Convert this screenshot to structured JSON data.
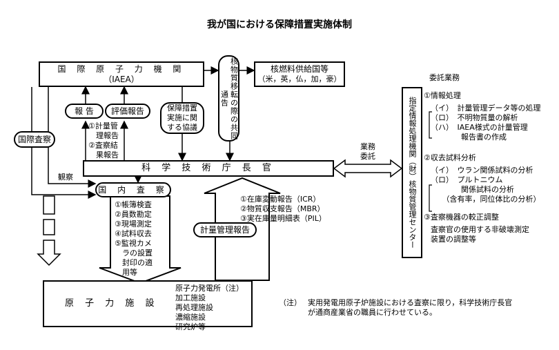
{
  "title": "我が国における保障措置実施体制",
  "iaea": {
    "name": "国 際 原 子 力 機 関",
    "abbr": "（IAEA）"
  },
  "transfer_agreement": "核物質移転の際の共同通告",
  "supplier": {
    "name": "核燃料供給国等",
    "list": "（米，英，仏，加，豪）"
  },
  "report": "報 告",
  "eval_report": "評価報告",
  "safeguards_agreement": [
    "保障措置",
    "実施に関",
    "する協議"
  ],
  "report_list": [
    "①計量管",
    "　理報告",
    "②査察結",
    "　果報告"
  ],
  "intl_inspection": "国際査察",
  "sta": "科 学 技 術 庁 長 官",
  "observe": "観察",
  "domestic_inspection": "国 内 査 察",
  "inspection_items": [
    "①帳簿検査",
    "②員数勘定",
    "③現場測定",
    "④試料収去",
    "⑤監視カメ",
    "　ラの設置",
    "　封印の適",
    "　用等"
  ],
  "accounting_reports": [
    "①在庫変動報告（ICR）",
    "②物質収支報告（MBR）",
    "③実在庫量明細表（PIL）"
  ],
  "accounting_report_box": "計量管理報告",
  "business": [
    "業務",
    "委託"
  ],
  "center": "指定情報処理機関（財）核物質管理センター",
  "delegated": {
    "heading": "委託業務",
    "s1": "①情報処理",
    "s1_items": [
      "（イ）　計量管理データ等の処理",
      "（ロ）　不明物質量の解析",
      "（ハ）　IAEA様式の計量管理",
      "　　　　報告書の作成"
    ],
    "s2": "②収去試料分析",
    "s2_items": [
      "（イ）　ウラン関係試料の分析",
      "（ロ）　プルトニウム",
      "　　　　関係試料の分析",
      "　　（含有率，同位体比の分析）"
    ],
    "s3": "③査察機器の較正調整",
    "s3_items": [
      "査察官の使用する非破壊測定",
      "装置の調整等"
    ]
  },
  "facility": "原 子 力 施 設",
  "facility_list": [
    "原子力発電所（注）",
    "加工施設",
    "再処理施設",
    "濃縮施設",
    "研究炉等"
  ],
  "note_label": "（注）",
  "note_text": [
    "実用発電用原子炉施設における査察に限り，科学技術庁長官",
    "が通商産業省の職員に行わせている。"
  ]
}
